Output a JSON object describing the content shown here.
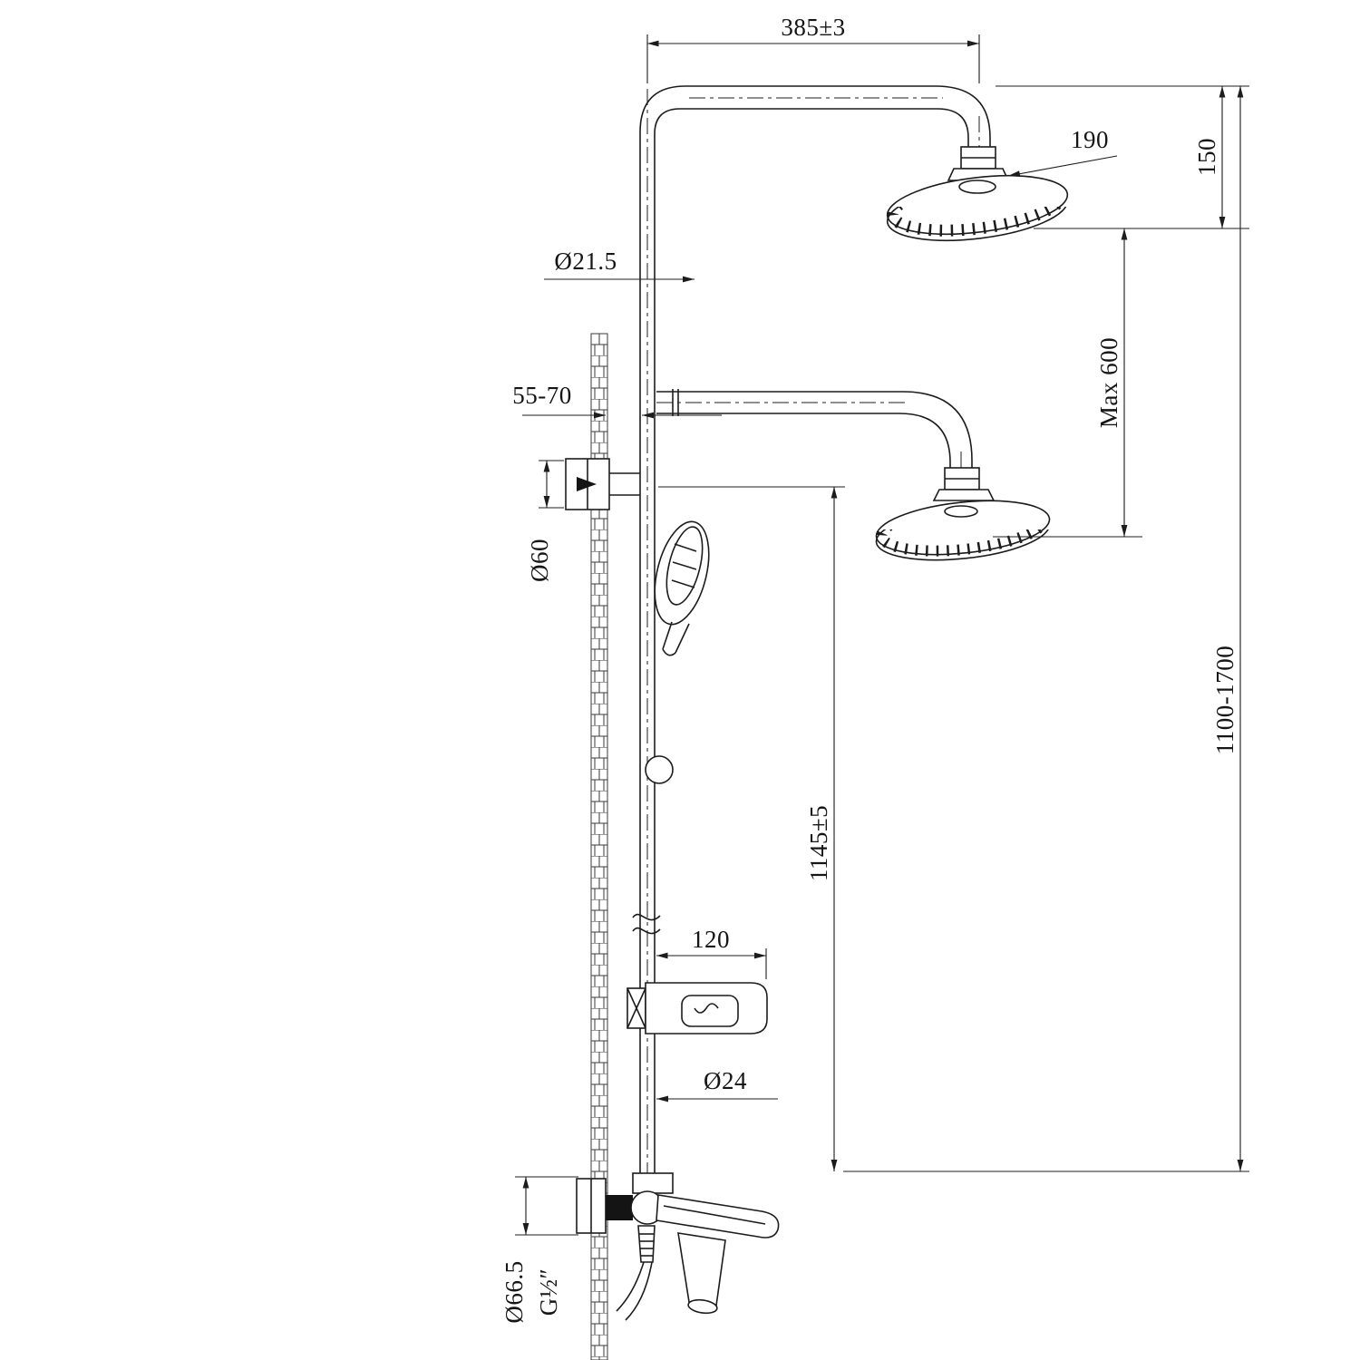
{
  "meta": {
    "drawing_type": "shower-column-technical-drawing"
  },
  "dims": {
    "top_width": "385±3",
    "head_offset_height": "150",
    "head_diameter": "190",
    "max_drop": "Max 600",
    "overall_height": "1100-1700",
    "pipe_dia_top": "Ø21.5",
    "wall_clearance": "55-70",
    "bracket_dia": "Ø60",
    "riser_height": "1145±5",
    "soap_dish_width": "120",
    "pipe_dia": "Ø24",
    "escutcheon_dia": "Ø66.5",
    "thread_size": "G½″"
  }
}
